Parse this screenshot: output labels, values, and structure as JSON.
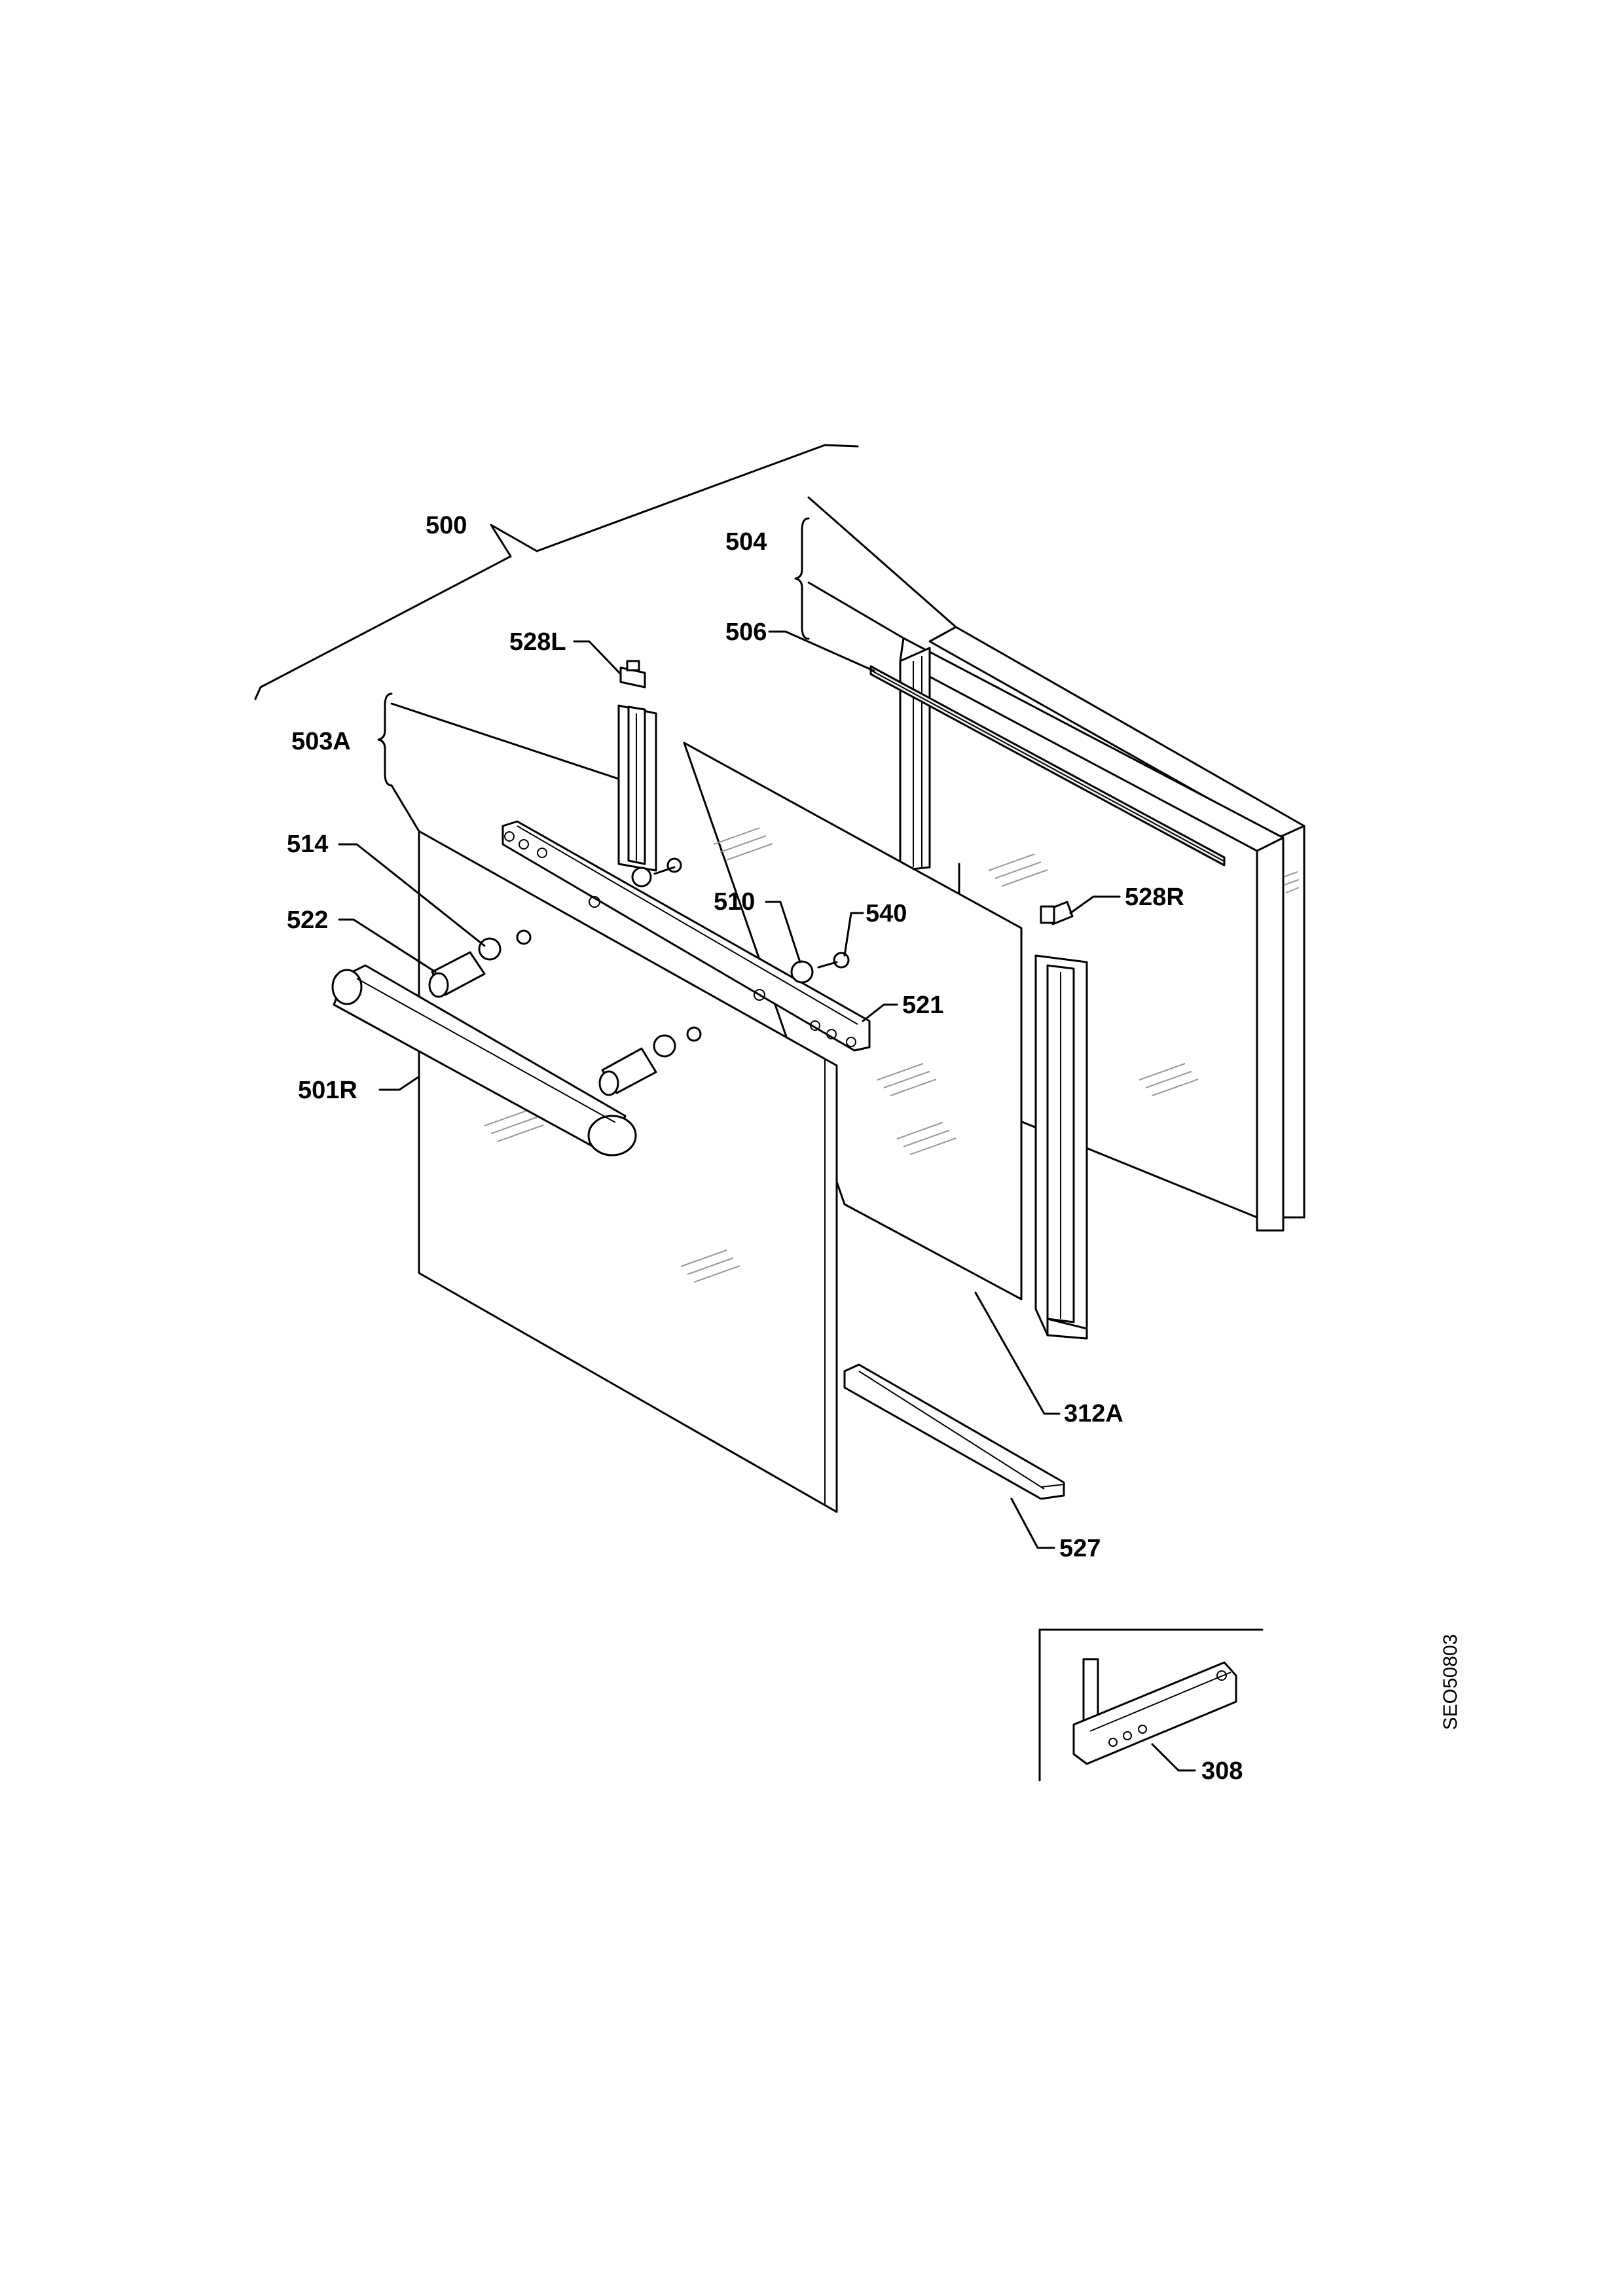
{
  "labels": {
    "l500": "500",
    "l504": "504",
    "l528L": "528L",
    "l506": "506",
    "l503A": "503A",
    "l514": "514",
    "l522": "522",
    "l510": "510",
    "l540": "540",
    "l528R": "528R",
    "l521": "521",
    "l501R": "501R",
    "l312A": "312A",
    "l527": "527",
    "l308": "308"
  },
  "drawing_code": "SEO50803"
}
